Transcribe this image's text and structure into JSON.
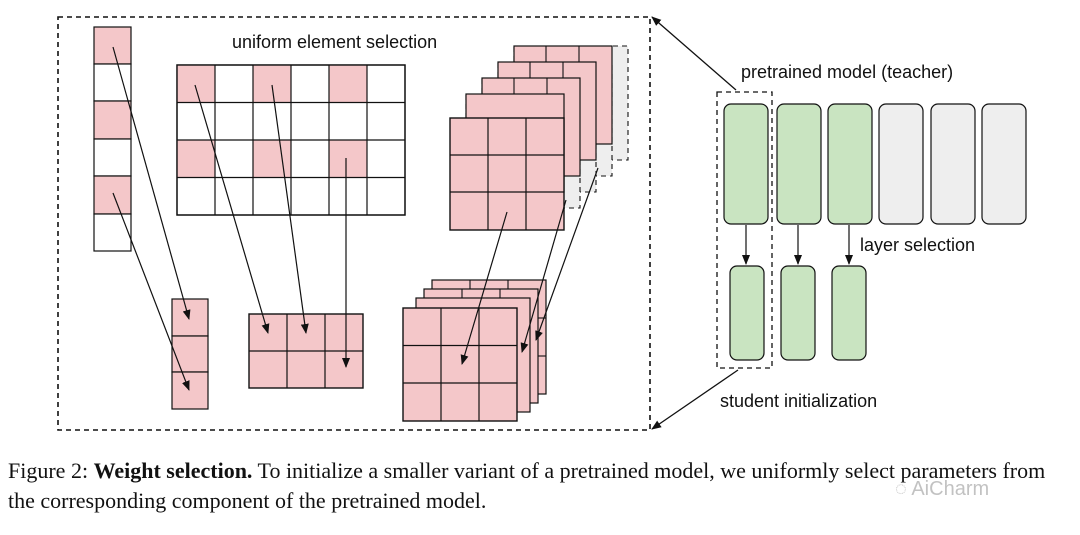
{
  "diagram": {
    "label_uniform": "uniform element selection",
    "label_teacher": "pretrained model (teacher)",
    "label_layer": "layer selection",
    "label_student": "student initialization"
  },
  "caption": {
    "prefix": "Figure 2: ",
    "bold": "Weight selection.",
    "body": " To initialize a smaller variant of a pretrained model, we uniformly select parameters from the corresponding component of the pretrained model."
  },
  "watermark": "AiCharm",
  "colors": {
    "pink": "#f4c7c9",
    "green": "#c9e4c1",
    "gray": "#eeeeee",
    "stroke": "#111111"
  }
}
